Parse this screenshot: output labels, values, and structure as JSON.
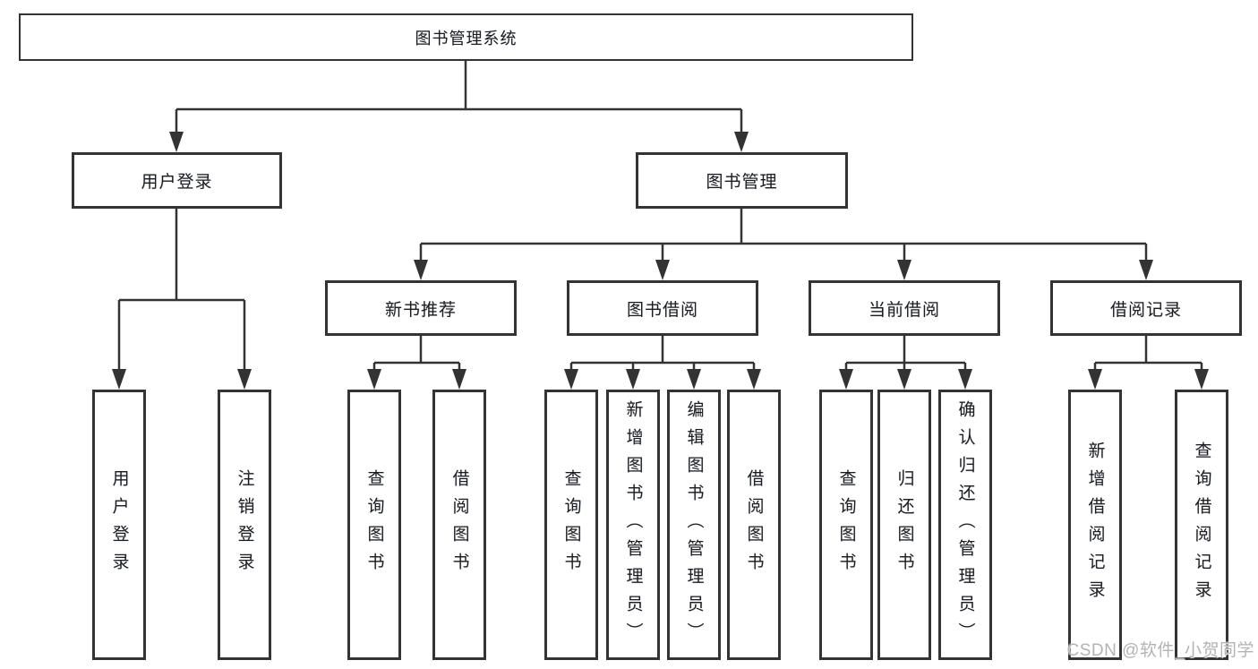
{
  "diagram_type": "hierarchy-tree",
  "colors": {
    "background": "#ffffff",
    "node_border": "#333333",
    "connector": "#333333",
    "text": "#1d1d1f",
    "watermark": "#b3b3b3"
  },
  "hierarchy": {
    "label": "图书管理系统",
    "children": [
      {
        "label": "用户登录",
        "children": [
          {
            "label": "用户登录"
          },
          {
            "label": "注销登录"
          }
        ]
      },
      {
        "label": "图书管理",
        "children": [
          {
            "label": "新书推荐",
            "children": [
              {
                "label": "查询图书"
              },
              {
                "label": "借阅图书"
              }
            ]
          },
          {
            "label": "图书借阅",
            "children": [
              {
                "label": "查询图书"
              },
              {
                "label": "新增图书（管理员）"
              },
              {
                "label": "编辑图书（管理员）"
              },
              {
                "label": "借阅图书"
              }
            ]
          },
          {
            "label": "当前借阅",
            "children": [
              {
                "label": "查询图书"
              },
              {
                "label": "归还图书"
              },
              {
                "label": "确认归还（管理员）"
              }
            ]
          },
          {
            "label": "借阅记录",
            "children": [
              {
                "label": "新增借阅记录"
              },
              {
                "label": "查询借阅记录"
              }
            ]
          }
        ]
      }
    ]
  },
  "watermark": {
    "text": "CSDN @软件_小贺同学"
  }
}
